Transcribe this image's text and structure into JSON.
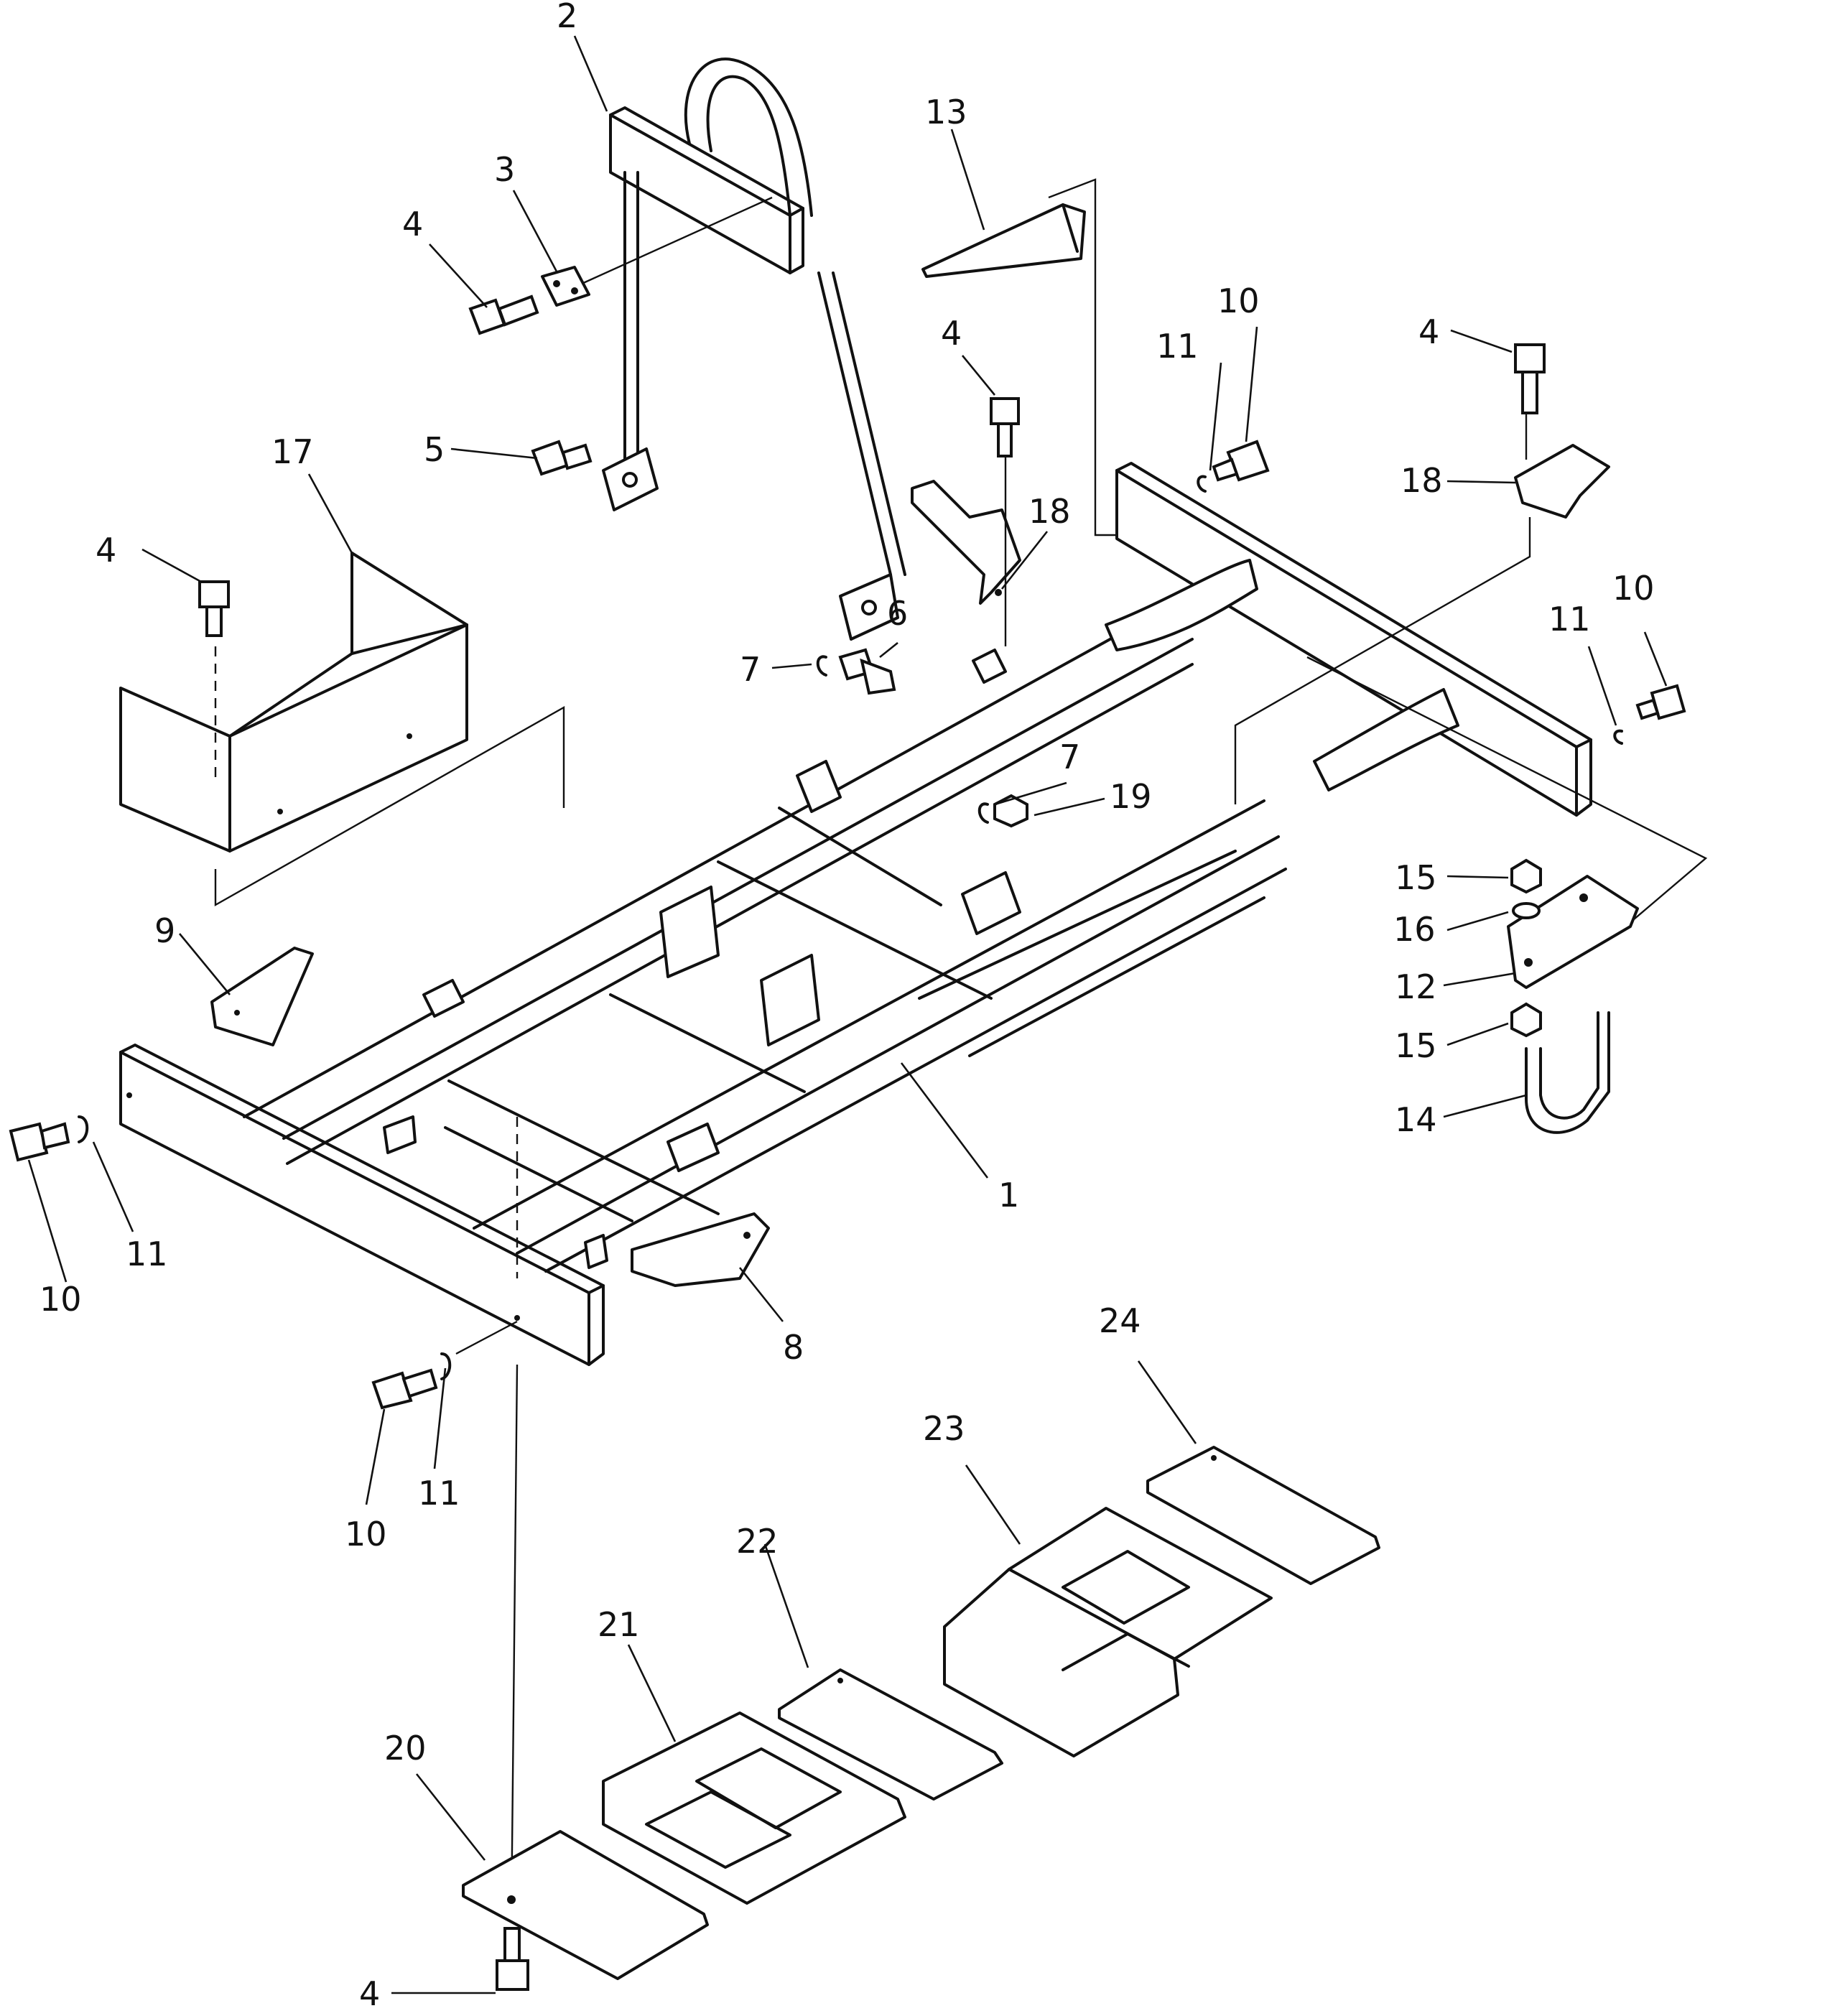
{
  "diagram": {
    "callouts": [
      {
        "id": "c-2",
        "label": "2"
      },
      {
        "id": "c-13",
        "label": "13"
      },
      {
        "id": "c-3",
        "label": "3"
      },
      {
        "id": "c-4a",
        "label": "4"
      },
      {
        "id": "c-10a",
        "label": "10"
      },
      {
        "id": "c-11a",
        "label": "11"
      },
      {
        "id": "c-4b",
        "label": "4"
      },
      {
        "id": "c-4c",
        "label": "4"
      },
      {
        "id": "c-5",
        "label": "5"
      },
      {
        "id": "c-17",
        "label": "17"
      },
      {
        "id": "c-18a",
        "label": "18"
      },
      {
        "id": "c-18b",
        "label": "18"
      },
      {
        "id": "c-4d",
        "label": "4"
      },
      {
        "id": "c-10b",
        "label": "10"
      },
      {
        "id": "c-11b",
        "label": "11"
      },
      {
        "id": "c-7a",
        "label": "7"
      },
      {
        "id": "c-6",
        "label": "6"
      },
      {
        "id": "c-7b",
        "label": "7"
      },
      {
        "id": "c-19",
        "label": "19"
      },
      {
        "id": "c-15a",
        "label": "15"
      },
      {
        "id": "c-16",
        "label": "16"
      },
      {
        "id": "c-12",
        "label": "12"
      },
      {
        "id": "c-15b",
        "label": "15"
      },
      {
        "id": "c-14",
        "label": "14"
      },
      {
        "id": "c-9",
        "label": "9"
      },
      {
        "id": "c-1",
        "label": "1"
      },
      {
        "id": "c-11c",
        "label": "11"
      },
      {
        "id": "c-10c",
        "label": "10"
      },
      {
        "id": "c-8",
        "label": "8"
      },
      {
        "id": "c-24",
        "label": "24"
      },
      {
        "id": "c-23",
        "label": "23"
      },
      {
        "id": "c-11d",
        "label": "11"
      },
      {
        "id": "c-10d",
        "label": "10"
      },
      {
        "id": "c-22",
        "label": "22"
      },
      {
        "id": "c-21",
        "label": "21"
      },
      {
        "id": "c-20",
        "label": "20"
      },
      {
        "id": "c-4e",
        "label": "4"
      }
    ]
  }
}
